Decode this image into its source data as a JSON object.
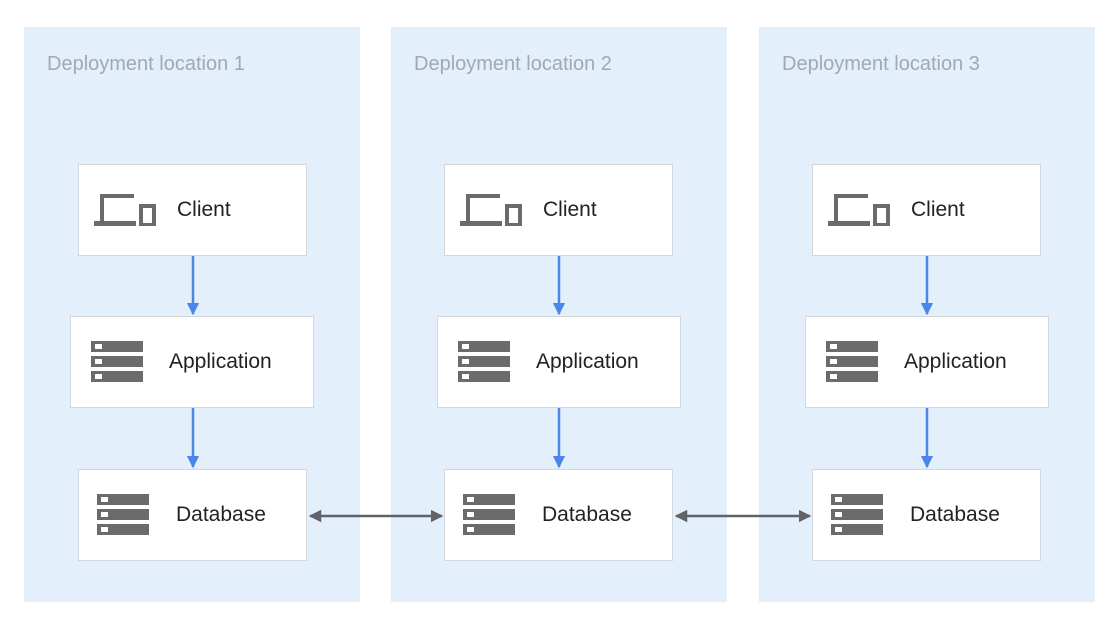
{
  "colors": {
    "panel_bg": "#e3f0fb",
    "panel_title": "#a3a8ad",
    "node_border": "#d3d6da",
    "icon": "#6b6b6b",
    "flow_arrow": "#4a86e8",
    "replication_arrow": "#5f6368"
  },
  "locations": [
    {
      "title": "Deployment location 1",
      "client": {
        "label": "Client",
        "icon": "laptop-phone-icon"
      },
      "application": {
        "label": "Application",
        "icon": "server-stack-icon"
      },
      "database": {
        "label": "Database",
        "icon": "server-stack-icon"
      }
    },
    {
      "title": "Deployment location 2",
      "client": {
        "label": "Client",
        "icon": "laptop-phone-icon"
      },
      "application": {
        "label": "Application",
        "icon": "server-stack-icon"
      },
      "database": {
        "label": "Database",
        "icon": "server-stack-icon"
      }
    },
    {
      "title": "Deployment location 3",
      "client": {
        "label": "Client",
        "icon": "laptop-phone-icon"
      },
      "application": {
        "label": "Application",
        "icon": "server-stack-icon"
      },
      "database": {
        "label": "Database",
        "icon": "server-stack-icon"
      }
    }
  ],
  "flows": [
    {
      "from": "client",
      "to": "application",
      "direction": "one-way"
    },
    {
      "from": "application",
      "to": "database",
      "direction": "one-way"
    }
  ],
  "replication": [
    {
      "from_location": 1,
      "to_location": 2,
      "direction": "two-way"
    },
    {
      "from_location": 2,
      "to_location": 3,
      "direction": "two-way"
    }
  ]
}
